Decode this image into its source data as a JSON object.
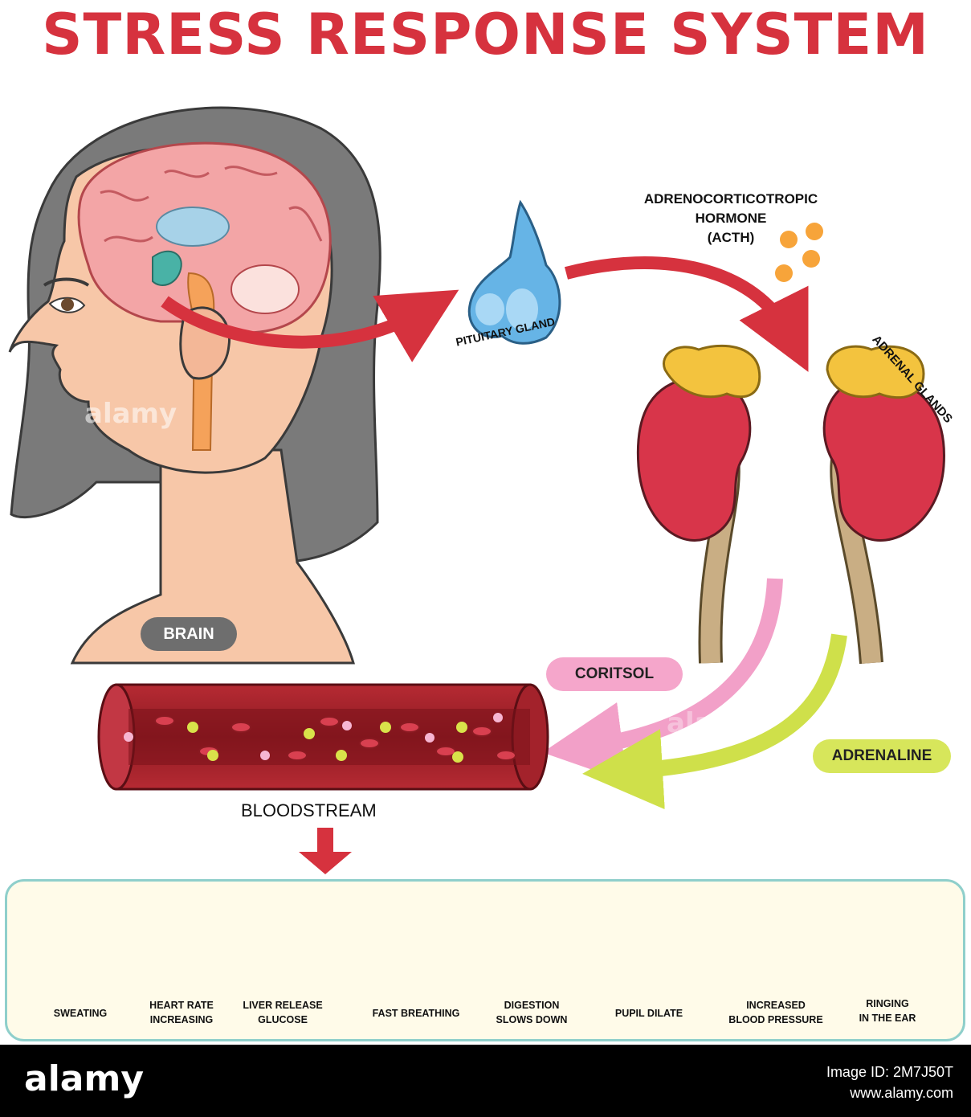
{
  "title": "STRESS RESPONSE SYSTEM",
  "labels": {
    "brain": "BRAIN",
    "pituitary": "PITUITARY GLAND",
    "acth_line1": "ADRENOCORTICOTROPIC",
    "acth_line2": "HORMONE",
    "acth_line3": "(ACTH)",
    "adrenal": "ADRENAL GLANDS",
    "cortisol": "CORITSOL",
    "adrenaline": "ADRENALINE",
    "bloodstream": "BLOODSTREAM"
  },
  "effects": [
    {
      "line1": "SWEATING",
      "line2": "",
      "icon": "skin-sweat-icon"
    },
    {
      "line1": "HEART RATE",
      "line2": "INCREASING",
      "icon": "heart-icon"
    },
    {
      "line1": "LIVER RELEASE",
      "line2": "GLUCOSE",
      "icon": "liver-icon"
    },
    {
      "line1": "FAST BREATHING",
      "line2": "",
      "icon": "lungs-icon"
    },
    {
      "line1": "DIGESTION",
      "line2": "SLOWS DOWN",
      "icon": "digestive-system-icon"
    },
    {
      "line1": "PUPIL DILATE",
      "line2": "",
      "icon": "eye-icon"
    },
    {
      "line1": "INCREASED",
      "line2": "BLOOD PRESSURE",
      "icon": "blood-vessel-icon"
    },
    {
      "line1": "RINGING",
      "line2": "IN THE EAR",
      "icon": "ear-icon"
    }
  ],
  "watermark": "alamy",
  "footer": {
    "logo": "alamy",
    "image_id": "Image ID: 2M7J50T",
    "site": "www.alamy.com"
  },
  "colors": {
    "title": "#d6323e",
    "arrow_red": "#d6323e",
    "cortisol_pink": "#f2a0c8",
    "adrenaline_green": "#cfe04a",
    "pill_gray": "#6e6e6e"
  }
}
